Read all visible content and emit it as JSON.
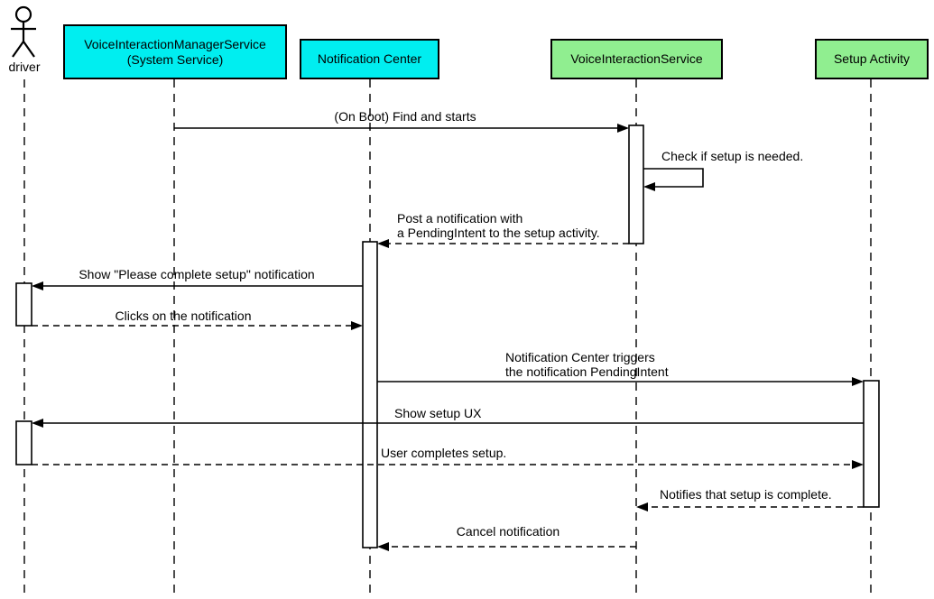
{
  "diagram": {
    "kind": "uml-sequence-diagram",
    "colors": {
      "box-cyan": "#00eef0",
      "box-green": "#90ee90",
      "line": "#000000",
      "bg": "#ffffff"
    },
    "actor": {
      "label": "driver"
    },
    "participants": [
      {
        "name": "VoiceInteractionManagerService (System Service)",
        "lines": [
          "VoiceInteractionManagerService",
          "(System Service)"
        ],
        "color": "#00eef0"
      },
      {
        "name": "Notification Center",
        "lines": [
          "Notification Center"
        ],
        "color": "#00eef0"
      },
      {
        "name": "VoiceInteractionService",
        "lines": [
          "VoiceInteractionService"
        ],
        "color": "#90ee90"
      },
      {
        "name": "Setup Activity",
        "lines": [
          "Setup Activity"
        ],
        "color": "#90ee90"
      }
    ],
    "messages": [
      {
        "from": "VoiceInteractionManagerService",
        "to": "VoiceInteractionService",
        "style": "solid",
        "lines": [
          "(On Boot) Find and starts"
        ]
      },
      {
        "from": "VoiceInteractionService",
        "to": "VoiceInteractionService",
        "style": "solid-self",
        "lines": [
          "Check if setup is needed."
        ]
      },
      {
        "from": "VoiceInteractionService",
        "to": "Notification Center",
        "style": "dashed",
        "lines": [
          "Post a notification with",
          "a PendingIntent to the setup activity."
        ]
      },
      {
        "from": "Notification Center",
        "to": "driver",
        "style": "solid",
        "lines": [
          "Show \"Please complete setup\" notification"
        ]
      },
      {
        "from": "driver",
        "to": "Notification Center",
        "style": "dashed",
        "lines": [
          "Clicks on the notification"
        ]
      },
      {
        "from": "Notification Center",
        "to": "Setup Activity",
        "style": "solid",
        "lines": [
          "Notification Center triggers",
          "the notification PendingIntent"
        ]
      },
      {
        "from": "Setup Activity",
        "to": "driver",
        "style": "solid",
        "lines": [
          "Show setup UX"
        ]
      },
      {
        "from": "driver",
        "to": "Setup Activity",
        "style": "dashed",
        "lines": [
          "User completes setup."
        ]
      },
      {
        "from": "Setup Activity",
        "to": "VoiceInteractionService",
        "style": "dashed",
        "lines": [
          "Notifies that setup is complete."
        ]
      },
      {
        "from": "VoiceInteractionService",
        "to": "Notification Center",
        "style": "dashed",
        "lines": [
          "Cancel notification"
        ]
      }
    ]
  }
}
